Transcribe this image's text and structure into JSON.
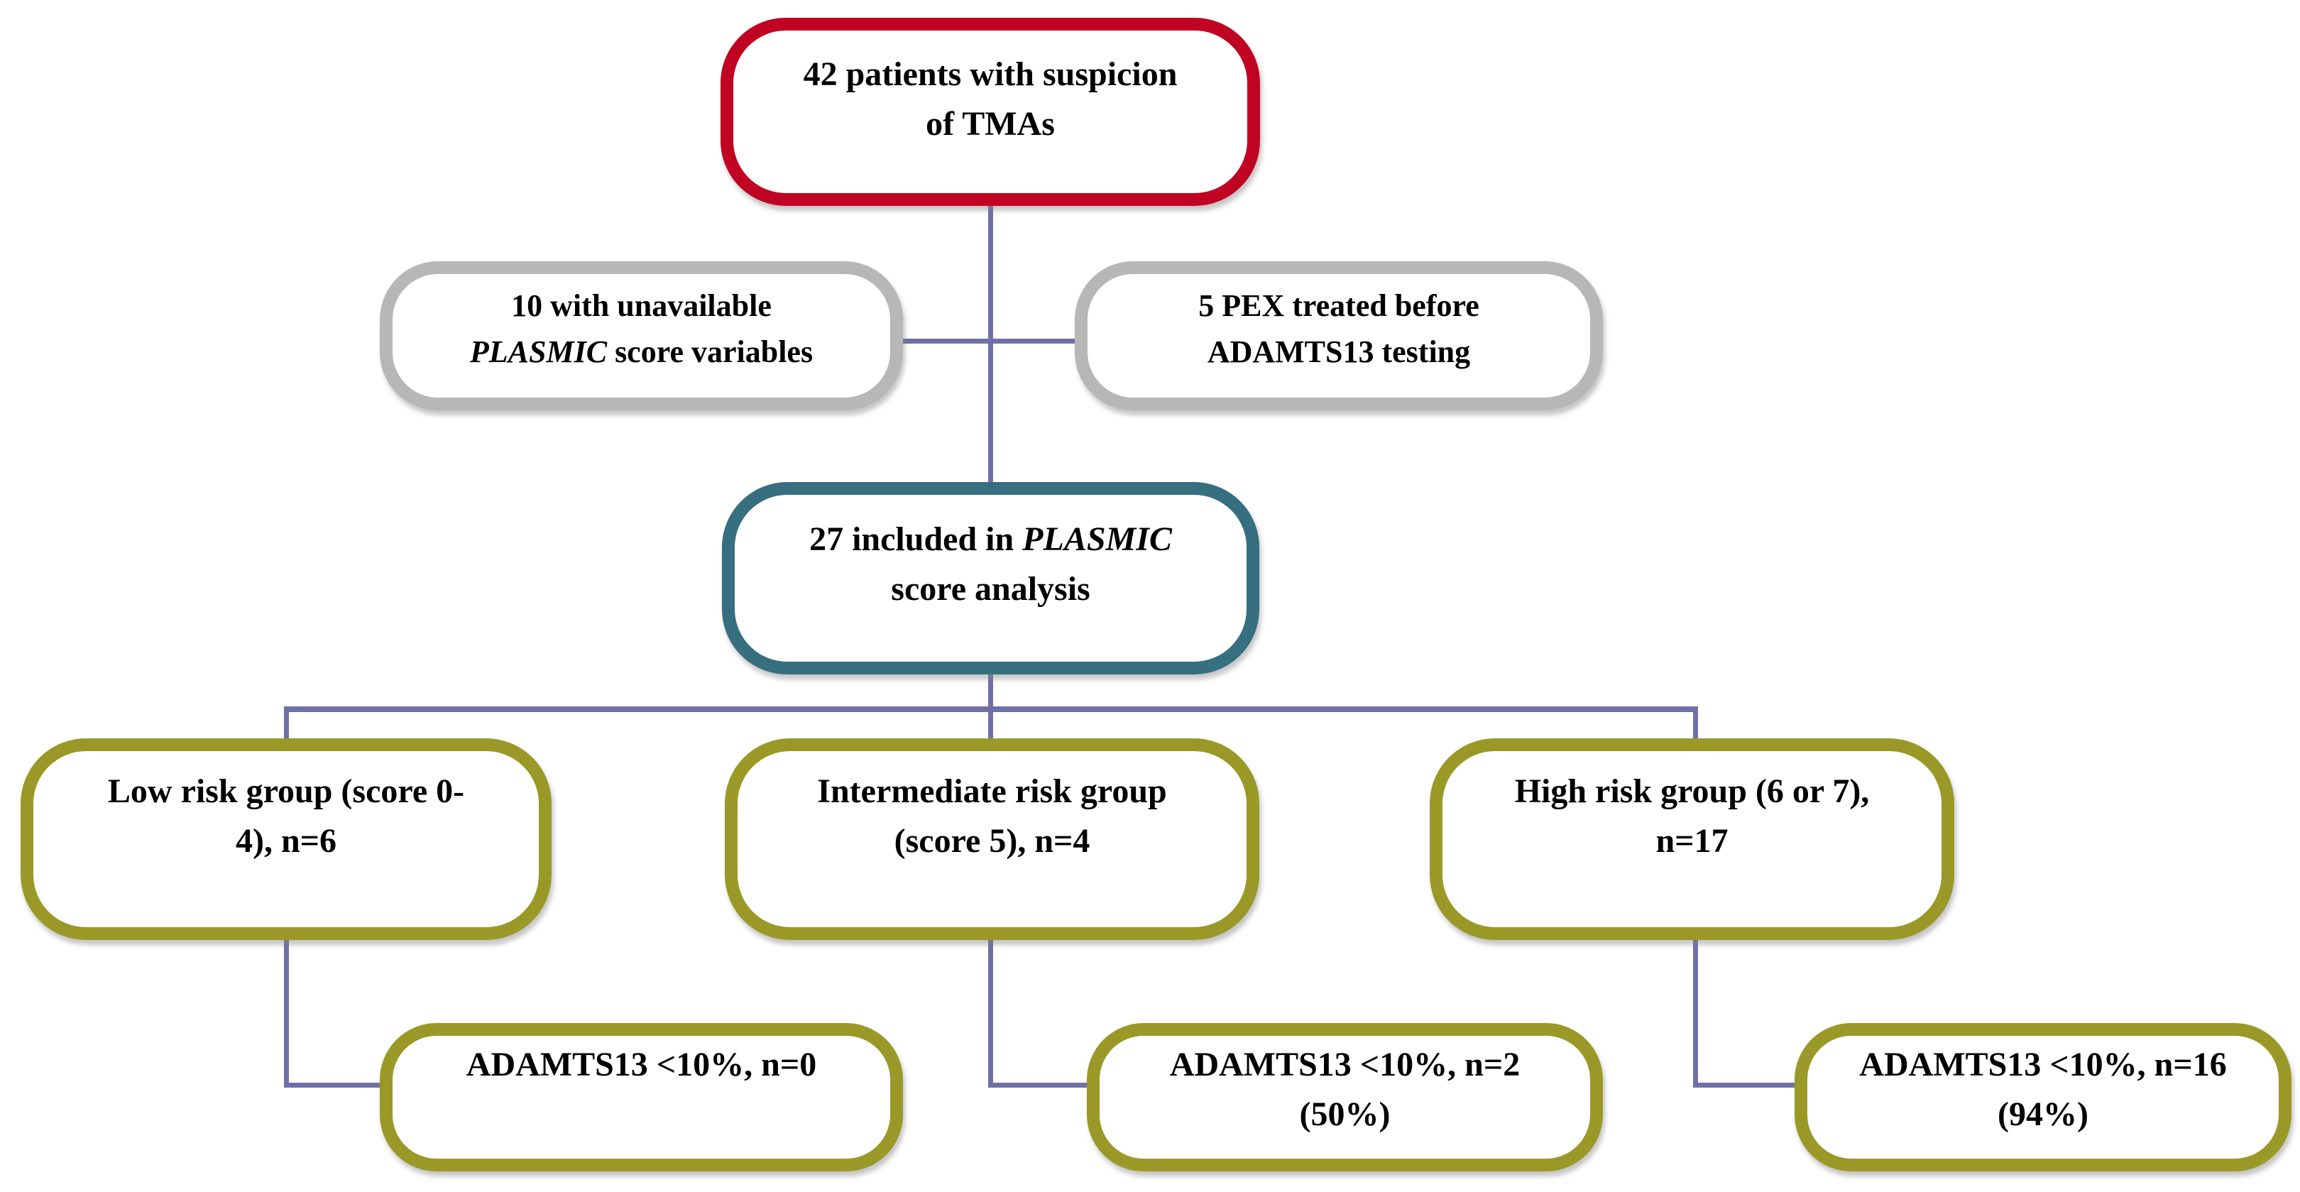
{
  "colors": {
    "background": "#ffffff",
    "text": "#000000",
    "connector": "#7070A8",
    "root_border": "#C00322",
    "exclusion_border": "#B7B7B7",
    "included_border": "#356F80",
    "group_border": "#9A9928"
  },
  "nodes": [
    {
      "id": "patients-suspicion",
      "border": "#C00322",
      "lines": [
        [
          {
            "t": "42 patients with suspicion"
          }
        ],
        [
          {
            "t": "of TMAs"
          }
        ]
      ]
    },
    {
      "id": "unavailable-plasmic",
      "border": "#B7B7B7",
      "lines": [
        [
          {
            "t": "10 with unavailable"
          }
        ],
        [
          {
            "t": "PLASMIC",
            "i": true
          },
          {
            "t": " score variables"
          }
        ]
      ]
    },
    {
      "id": "pex-treated",
      "border": "#B7B7B7",
      "lines": [
        [
          {
            "t": "5 PEX treated before"
          }
        ],
        [
          {
            "t": "ADAMTS13 testing"
          }
        ]
      ]
    },
    {
      "id": "included-plasmic",
      "border": "#356F80",
      "lines": [
        [
          {
            "t": "27 included in "
          },
          {
            "t": "PLASMIC",
            "i": true
          }
        ],
        [
          {
            "t": "score analysis"
          }
        ]
      ]
    },
    {
      "id": "low-risk",
      "border": "#9A9928",
      "lines": [
        [
          {
            "t": "Low risk group (score 0-"
          }
        ],
        [
          {
            "t": "4), n=6"
          }
        ]
      ]
    },
    {
      "id": "intermediate-risk",
      "border": "#9A9928",
      "lines": [
        [
          {
            "t": "Intermediate risk group"
          }
        ],
        [
          {
            "t": "(score 5), n=4"
          }
        ]
      ]
    },
    {
      "id": "high-risk",
      "border": "#9A9928",
      "lines": [
        [
          {
            "t": "High risk group (6 or 7),"
          }
        ],
        [
          {
            "t": "n=17"
          }
        ]
      ]
    },
    {
      "id": "adamts-low",
      "border": "#9A9928",
      "lines": [
        [
          {
            "t": "ADAMTS13 <10%, n=0"
          }
        ]
      ]
    },
    {
      "id": "adamts-intermediate",
      "border": "#9A9928",
      "lines": [
        [
          {
            "t": "ADAMTS13 <10%, n=2"
          }
        ],
        [
          {
            "t": "(50%)"
          }
        ]
      ]
    },
    {
      "id": "adamts-high",
      "border": "#9A9928",
      "lines": [
        [
          {
            "t": "ADAMTS13 <10%, n=16"
          }
        ],
        [
          {
            "t": "(94%)"
          }
        ]
      ]
    }
  ]
}
